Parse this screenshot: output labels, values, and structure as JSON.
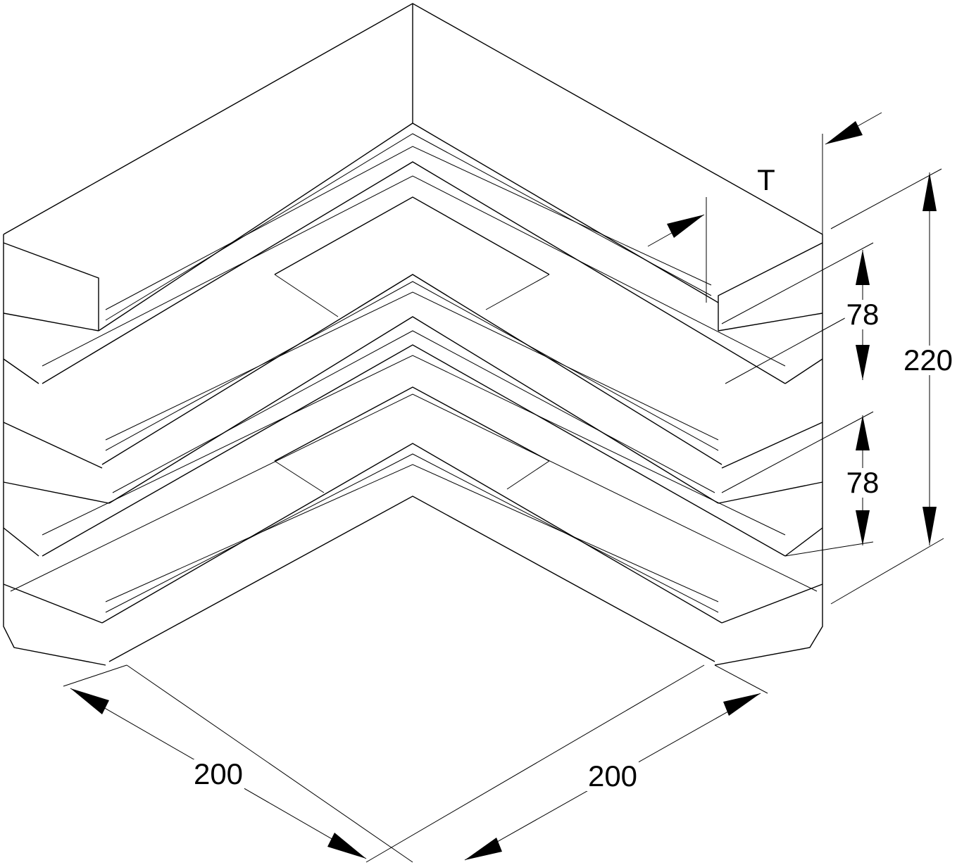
{
  "drawing": {
    "labels": {
      "thickness": "T",
      "compartment_upper": "78",
      "compartment_lower": "78",
      "height": "220",
      "width_left": "200",
      "width_right": "200"
    }
  }
}
